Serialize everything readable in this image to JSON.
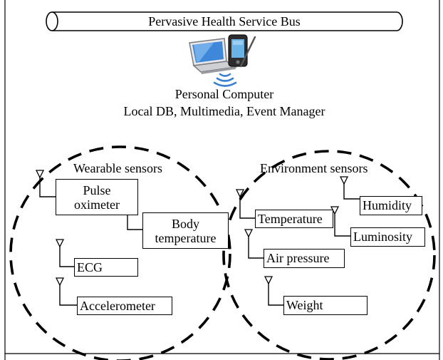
{
  "bus": {
    "label": "Pervasive Health Service Bus"
  },
  "computer": {
    "title": "Personal Computer",
    "subtitle": "Local DB, Multimedia, Event Manager",
    "icons": [
      "laptop-icon",
      "pda-icon",
      "wireless-signal-icon"
    ]
  },
  "wearable": {
    "title": "Wearable sensors",
    "sensors": {
      "pulse_line1": "Pulse",
      "pulse_line2": "oximeter",
      "body_line1": "Body",
      "body_line2": "temperature",
      "ecg": "ECG",
      "accelerometer": "Accelerometer"
    }
  },
  "environment": {
    "title": "Environment sensors",
    "sensors": {
      "temperature": "Temperature",
      "humidity": "Humidity",
      "luminosity": "Luminosity",
      "air_pressure": "Air pressure",
      "weight": "Weight"
    }
  },
  "icons": {
    "antenna": "antenna-icon"
  }
}
